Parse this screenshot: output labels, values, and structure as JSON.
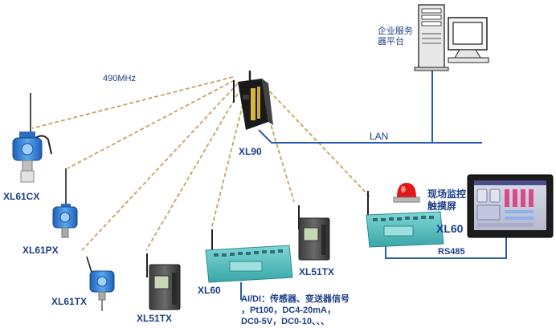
{
  "labels": {
    "freq": "490MHz",
    "lan": "LAN",
    "rs485": "RS485",
    "xl90": "XL90",
    "xl61cx": "XL61CX",
    "xl61px": "XL61PX",
    "xl61tx": "XL61TX",
    "xl51tx_left": "XL51TX",
    "xl60_mid": "XL60",
    "xl51tx_right": "XL51TX",
    "xl60_right": "XL60",
    "server_line1": "企业服务",
    "server_line2": "器平台",
    "touch_line1": "现场监控",
    "touch_line2": "触摸屏"
  },
  "ai_text": {
    "line1": "AI/DI：传感器、变送器信号",
    "line2": "，Pt100，DC4-20mA，",
    "line3": "DC0-5V，DC0-10、、、"
  },
  "colors": {
    "wireless": "#c8a25c",
    "wired": "#2a5caa",
    "text": "#1d3f8a",
    "device_teal": "#55c0c0",
    "sensor_blue": "#3e8fdc"
  }
}
